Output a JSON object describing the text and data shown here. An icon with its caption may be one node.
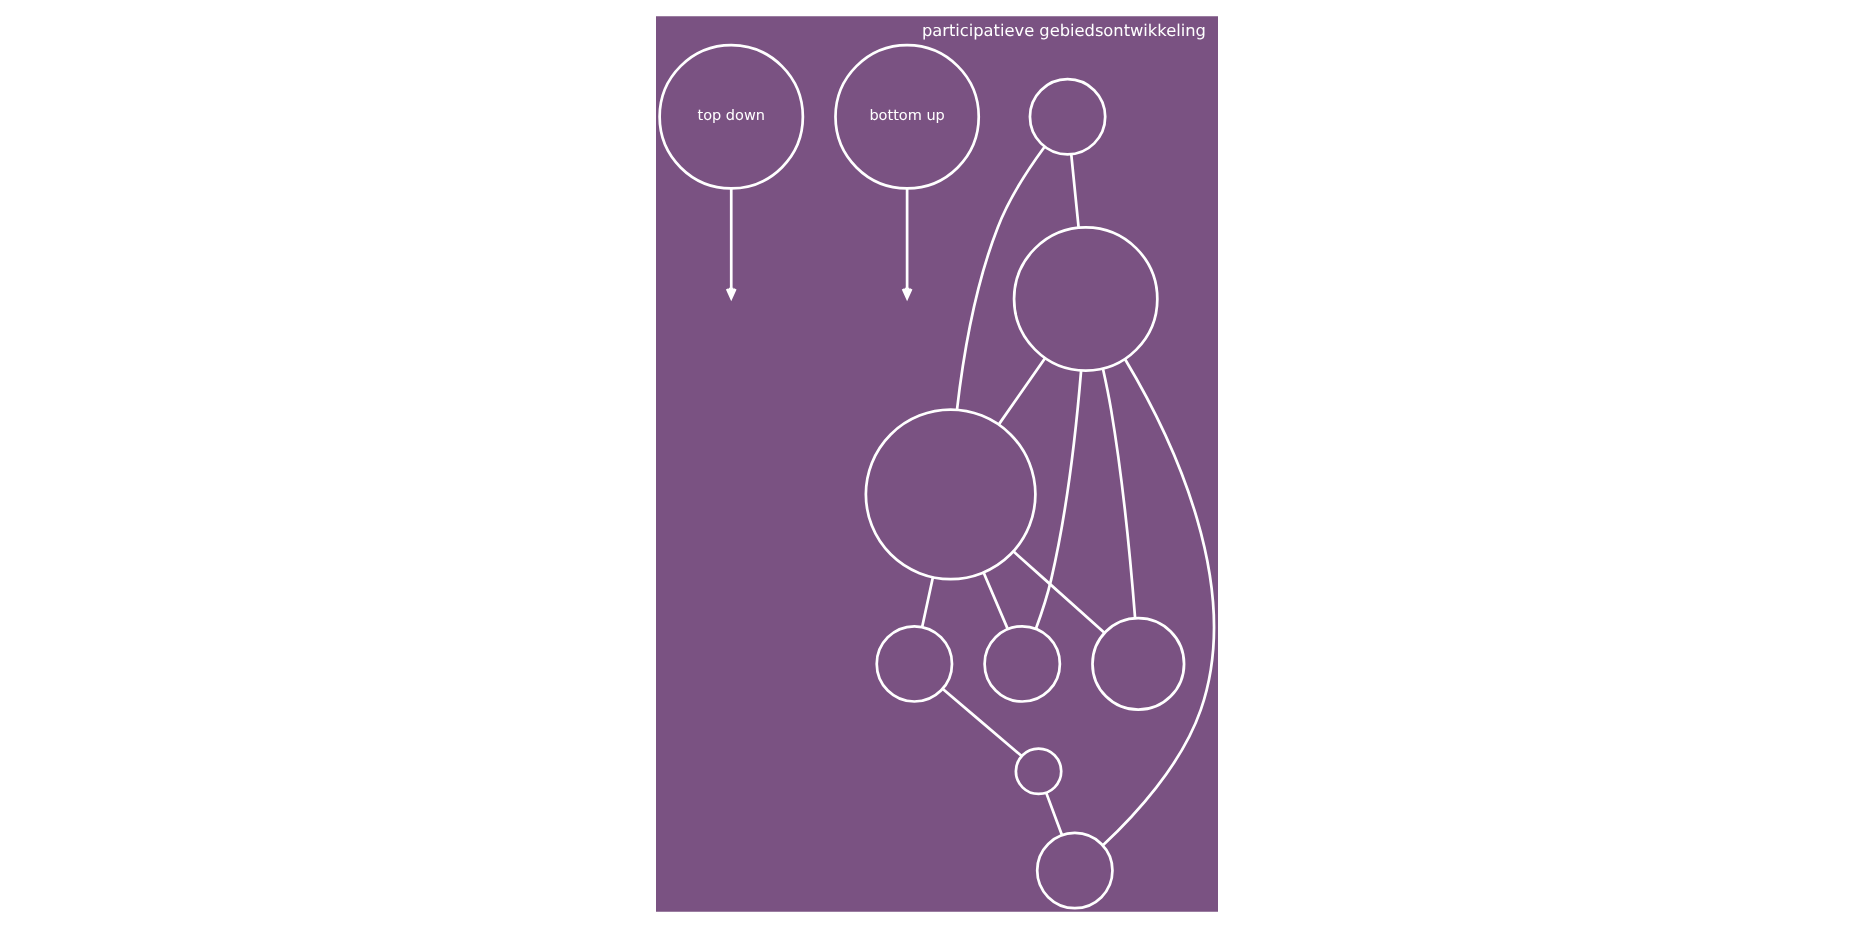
{
  "diagram": {
    "title": "participatieve gebiedsontwikkeling",
    "nodes": [
      {
        "text": [
          "top down"
        ]
      },
      {
        "text": [
          "bottom up"
        ]
      },
      {
        "text": [],
        "shape": "circle"
      },
      {
        "text": [],
        "shape": "circle"
      },
      {
        "text": [],
        "shape": "circle"
      },
      {
        "text": [],
        "shape": "circle"
      },
      {
        "text": [],
        "shape": "circle"
      },
      {
        "text": [],
        "shape": "circle"
      },
      {
        "text": [],
        "shape": "circle"
      },
      {
        "text": [],
        "shape": "circle"
      }
    ],
    "edges": [
      {
        "from": 0,
        "to": null,
        "arrow": "to"
      },
      {
        "from": 1,
        "to": null,
        "arrow": "to"
      },
      {
        "from": 2,
        "to": 3,
        "arrow": "none"
      },
      {
        "from": 2,
        "to": 5,
        "arrow": "none"
      },
      {
        "from": 5,
        "to": 3,
        "arrow": "none"
      },
      {
        "from": 3,
        "to": 4,
        "arrow": "none"
      },
      {
        "from": 4,
        "to": 6,
        "arrow": "none"
      },
      {
        "from": 6,
        "to": 7,
        "arrow": "none"
      },
      {
        "from": 5,
        "to": 7,
        "arrow": "none"
      },
      {
        "from": 5,
        "to": 8,
        "arrow": "none"
      },
      {
        "from": 5,
        "to": 9,
        "arrow": "none"
      },
      {
        "from": 3,
        "to": 8,
        "arrow": "none"
      },
      {
        "from": 3,
        "to": 9,
        "arrow": "none"
      }
    ]
  }
}
